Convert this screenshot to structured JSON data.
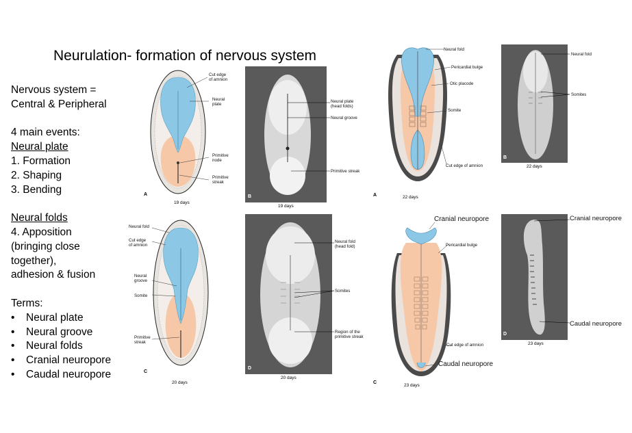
{
  "title": "Neurulation- formation of nervous system",
  "left": {
    "line1": "Nervous system =",
    "line2": "Central & Peripheral",
    "events_heading": "4 main events:",
    "neural_plate_heading": "Neural plate",
    "step1": "1. Formation",
    "step2": "2. Shaping",
    "step3": "3. Bending",
    "neural_folds_heading": "Neural folds",
    "step4a": "4. Apposition",
    "step4b": "(bringing close",
    "step4c": "together),",
    "step4d": "adhesion & fusion",
    "terms_heading": "Terms:",
    "terms": [
      "Neural plate",
      "Neural groove",
      "Neural folds",
      "Cranial neuropore",
      "Caudal neuropore"
    ]
  },
  "fig19": {
    "cut_edge": "Cut edge\nof amnion",
    "neural_plate": "Neural\nplate",
    "primitive_node": "Primitive\nnode",
    "primitive_streak": "Primitive\nstreak",
    "letter_a": "A",
    "letter_b": "B",
    "days_a": "19 days",
    "days_b": "19 days",
    "photo_neural_plate": "Neural plate\n(head folds)",
    "photo_neural_groove": "Neural groove",
    "photo_primitive_streak": "Primitive streak"
  },
  "fig20": {
    "neural_fold": "Neural fold",
    "cut_edge": "Cut edge\nof amnion",
    "neural_groove": "Neural\ngroove",
    "somite": "Somite",
    "primitive_streak": "Primitive\nstreak",
    "letter_c": "C",
    "letter_d": "D",
    "days_c": "20 days",
    "days_d": "20 days",
    "photo_neural_fold": "Neural fold\n(head fold)",
    "photo_somites": "Somites",
    "photo_region": "Region of the\nprimitive streak"
  },
  "fig22": {
    "neural_fold": "Neural fold",
    "pericardial_bulge": "Pericardial bulge",
    "otic_placode": "Otic placode",
    "somite": "Somite",
    "cut_edge": "Cut edge of amnion",
    "letter_a": "A",
    "days_a": "22 days",
    "photo_neural_fold": "Neural fold",
    "photo_somites": "Somites",
    "letter_b": "B",
    "days_b": "22 days"
  },
  "fig23": {
    "cranial_neuropore": "Cranial neuropore",
    "pericardial_bulge": "Pericardial bulge",
    "cut_edge": "Cut edge of amnion",
    "caudal_neuropore": "Caudal neuropore",
    "letter_c": "C",
    "days_c": "23 days",
    "photo_cranial": "Cranial neuropore",
    "photo_caudal": "Caudal neuropore",
    "letter_d": "D",
    "days_d": "23 days"
  },
  "colors": {
    "neural_blue": "#8cc8e6",
    "tissue_peach": "#f7c8a8",
    "photo_gray": "#5a5a5a"
  }
}
